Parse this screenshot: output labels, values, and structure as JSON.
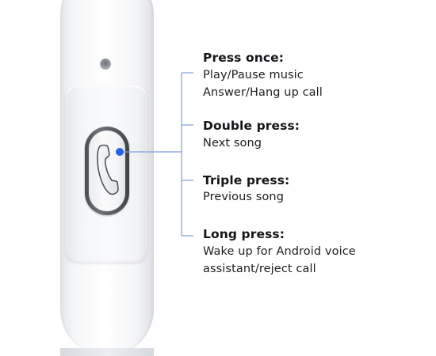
{
  "annotations": {
    "press_once": {
      "title": "Press once:",
      "lines": [
        "Play/Pause music",
        "Answer/Hang up call"
      ]
    },
    "double_press": {
      "title": "Double press:",
      "lines": [
        "Next song"
      ]
    },
    "triple_press": {
      "title": "Triple press:",
      "lines": [
        "Previous song"
      ]
    },
    "long_press": {
      "title": "Long press:",
      "lines": [
        "Wake up for Android voice",
        "assistant/reject call"
      ]
    }
  },
  "colors": {
    "accent": "#2563eb",
    "leader_line": "#7f9fdb",
    "text": "#1b1d20"
  },
  "icons": {
    "button": "phone-handset-icon",
    "marker": "blue-dot-icon"
  }
}
